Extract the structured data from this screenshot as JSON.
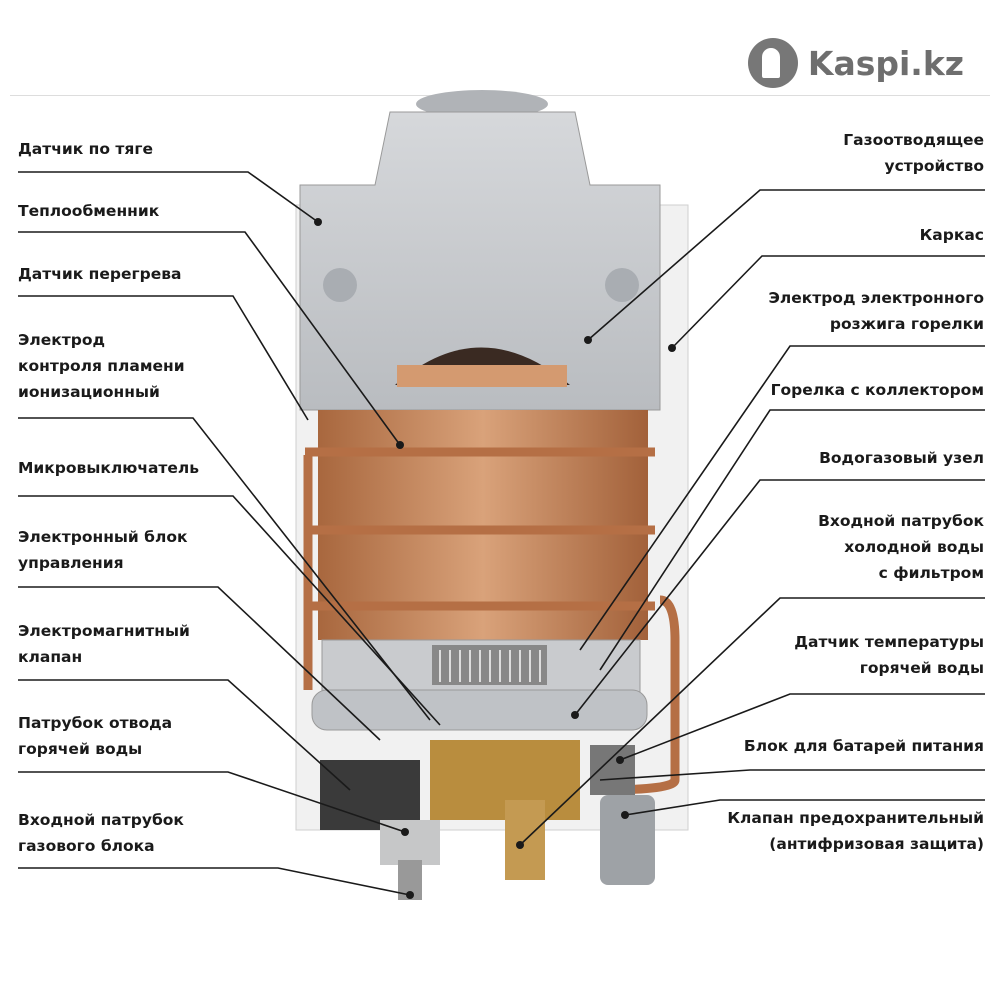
{
  "brand": {
    "logo_text": "Kaspi.kz"
  },
  "labels_left": [
    [
      "Датчик по тяге"
    ],
    [
      "Теплообменник"
    ],
    [
      "Датчик перегрева"
    ],
    [
      "Электрод",
      "контроля пламени",
      "ионизационный"
    ],
    [
      "Микровыключатель"
    ],
    [
      "Электронный блок",
      "управления"
    ],
    [
      "Электромагнитный",
      "клапан"
    ],
    [
      "Патрубок отвода",
      "горячей воды"
    ],
    [
      "Входной патрубок",
      "газового блока"
    ]
  ],
  "labels_right": [
    [
      "Газоотводящее",
      "устройство"
    ],
    [
      "Каркас"
    ],
    [
      "Электрод электронного",
      "розжига горелки"
    ],
    [
      "Горелка с коллектором"
    ],
    [
      "Водогазовый узел"
    ],
    [
      "Входной патрубок",
      "холодной воды",
      "с фильтром"
    ],
    [
      "Датчик температуры",
      "горячей воды"
    ],
    [
      "Блок для батарей питания"
    ],
    [
      "Клапан предохранительный",
      "(антифризовая защита)"
    ]
  ]
}
